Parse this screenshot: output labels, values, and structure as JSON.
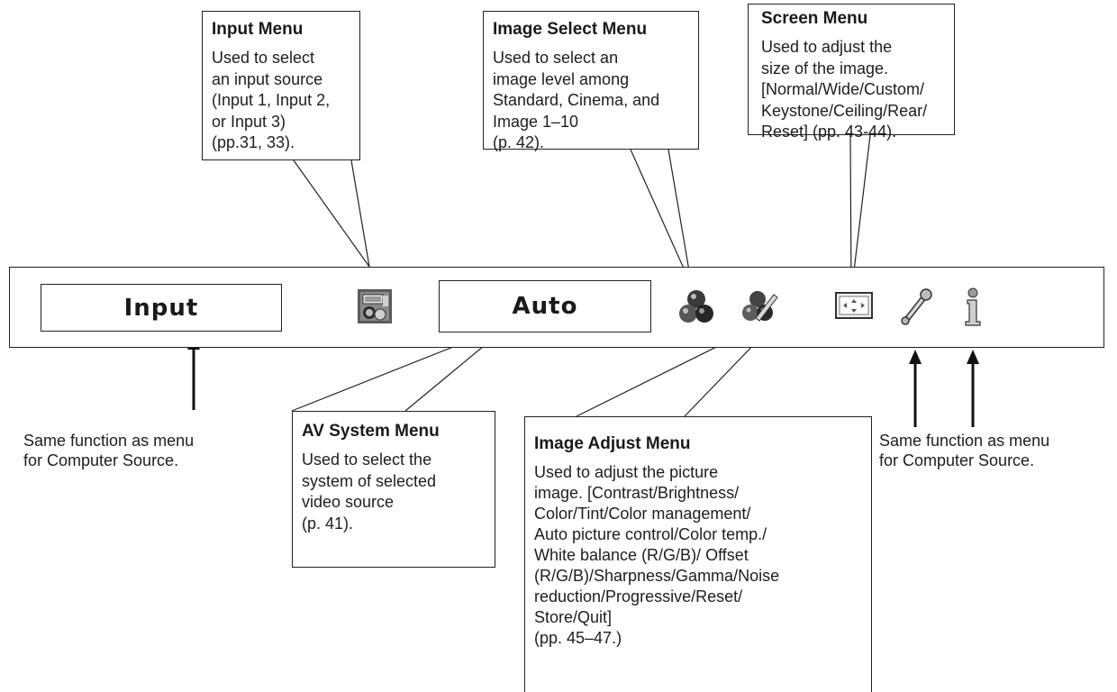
{
  "callouts": {
    "input_menu": {
      "title": "Input Menu",
      "lines": [
        "Used to select",
        "an input source",
        "(Input 1, Input 2,",
        "or Input 3)",
        "(pp.31, 33)."
      ]
    },
    "image_select_menu": {
      "title": "Image Select Menu",
      "lines": [
        "Used to select an",
        "image level among",
        "Standard, Cinema, and",
        "Image 1–10",
        "(p. 42)."
      ]
    },
    "screen_menu": {
      "title": "Screen Menu",
      "lines": [
        "Used to adjust the",
        "size of the image.",
        "[Normal/Wide/Custom/",
        "Keystone/Ceiling/Rear/",
        "Reset] (pp. 43-44)."
      ]
    },
    "av_system_menu": {
      "title": "AV System Menu",
      "lines": [
        "Used to select the",
        "system of selected",
        "video source",
        "(p. 41)."
      ]
    },
    "image_adjust_menu": {
      "title": "Image Adjust Menu",
      "lines": [
        "Used to adjust the picture",
        "image. [Contrast/Brightness/",
        "Color/Tint/Color management/",
        "Auto picture control/Color temp./",
        "White balance (R/G/B)/ Offset",
        "(R/G/B)/Sharpness/Gamma/Noise",
        "reduction/Progressive/Reset/",
        "Store/Quit]",
        "(pp. 45–47.)"
      ]
    }
  },
  "menubar": {
    "input_field": "Input",
    "system_field": "Auto",
    "icons": [
      "input-source-icon",
      "image-select-icon",
      "image-adjust-icon",
      "screen-icon",
      "setting-icon",
      "information-icon"
    ]
  },
  "notes": {
    "left": [
      "Same function as menu",
      "for Computer Source."
    ],
    "right": [
      "Same function as menu",
      "for Computer Source."
    ]
  }
}
